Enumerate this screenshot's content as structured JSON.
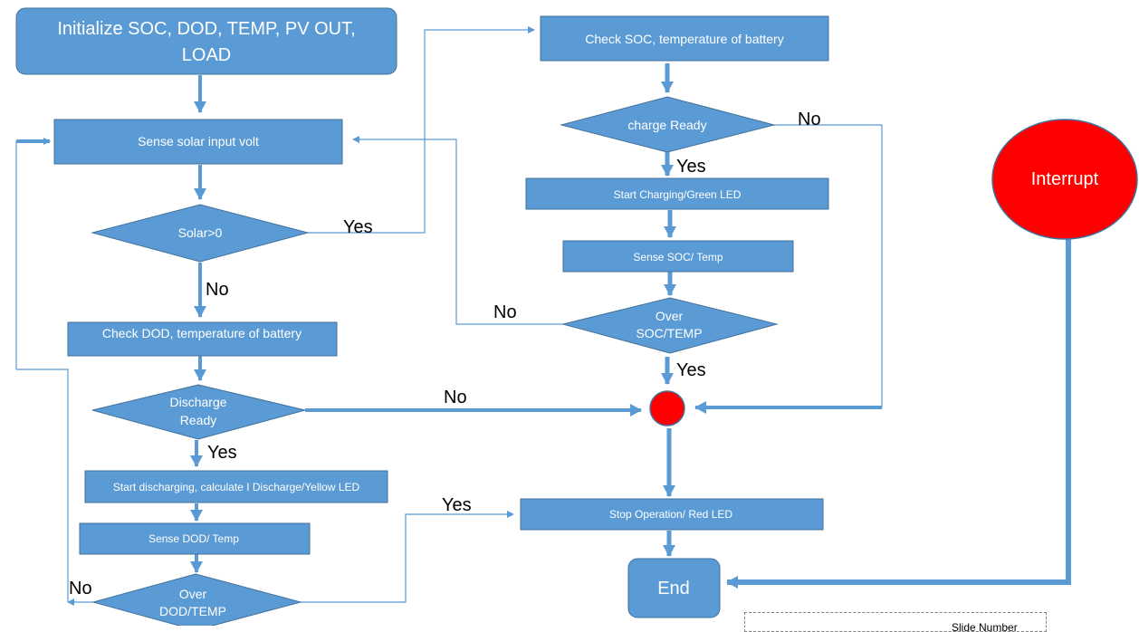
{
  "nodes": {
    "init": {
      "line1": "Initialize SOC, DOD, TEMP, PV OUT,",
      "line2": "LOAD"
    },
    "sense_solar": "Sense solar input volt",
    "solar_decision": "Solar>0",
    "check_dod": "Check DOD, temperature of battery",
    "discharge_ready": {
      "line1": "Discharge",
      "line2": "Ready"
    },
    "start_discharging": "Start discharging, calculate I Discharge/Yellow LED",
    "sense_dod": "Sense DOD/ Temp",
    "over_dod": {
      "line1": "Over",
      "line2": "DOD/TEMP"
    },
    "check_soc": "Check SOC, temperature of battery",
    "charge_ready": "charge Ready",
    "start_charging": "Start Charging/Green LED",
    "sense_soc": "Sense SOC/ Temp",
    "over_soc": {
      "line1": "Over",
      "line2": "SOC/TEMP"
    },
    "stop_operation": "Stop Operation/ Red LED",
    "end": "End",
    "interrupt": "Interrupt"
  },
  "labels": {
    "solar_yes": "Yes",
    "solar_no": "No",
    "charge_no": "No",
    "charge_yes": "Yes",
    "over_soc_no": "No",
    "over_soc_yes": "Yes",
    "discharge_no": "No",
    "discharge_yes": "Yes",
    "over_dod_yes": "Yes",
    "over_dod_no": "No"
  },
  "footer": {
    "text": "Slide Number"
  },
  "colors": {
    "node_fill": "#5b9bd5",
    "node_stroke": "#41719c",
    "connector": "#5b9bd5",
    "interrupt_fill": "#ff0000",
    "junction_fill": "#ff0000"
  }
}
